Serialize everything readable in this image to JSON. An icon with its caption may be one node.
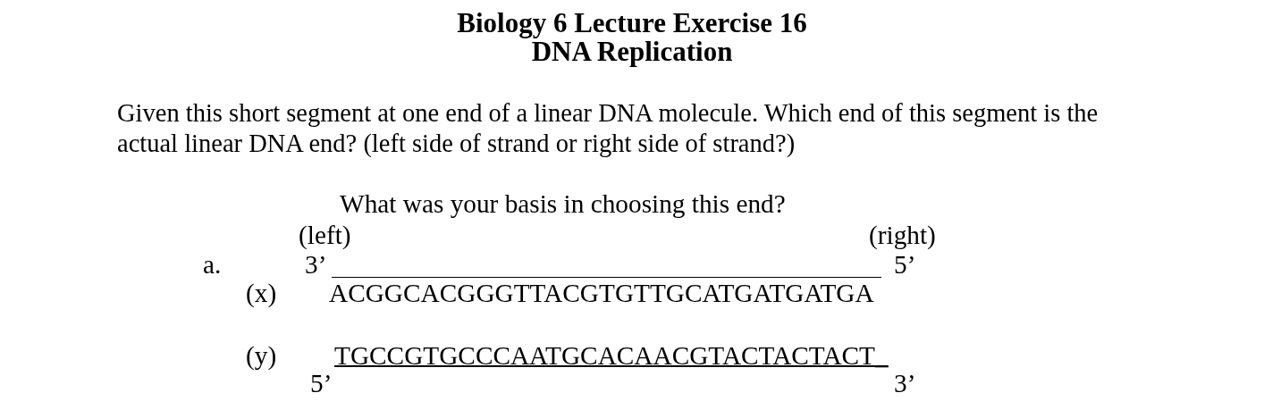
{
  "diagram": {
    "title": "Biology 6 Lecture Exercise 16 DNA Replication",
    "labels": [
      "Given this short segment at one end of a linear DNA molecule. Which end of this segment is the actual linear DNA end? (left side of strand or right side of strand?)",
      "What was your basis in choosing this end?",
      "(left)",
      "(right)",
      "a.",
      "3’",
      "5’",
      "(x)",
      "ACGGCACGGGTTACGTGTTGCATGATGATGA",
      "(y)",
      "TGCCGTGCCCAATGCACAACGTACTACTACT_",
      "5’",
      "3’"
    ]
  }
}
